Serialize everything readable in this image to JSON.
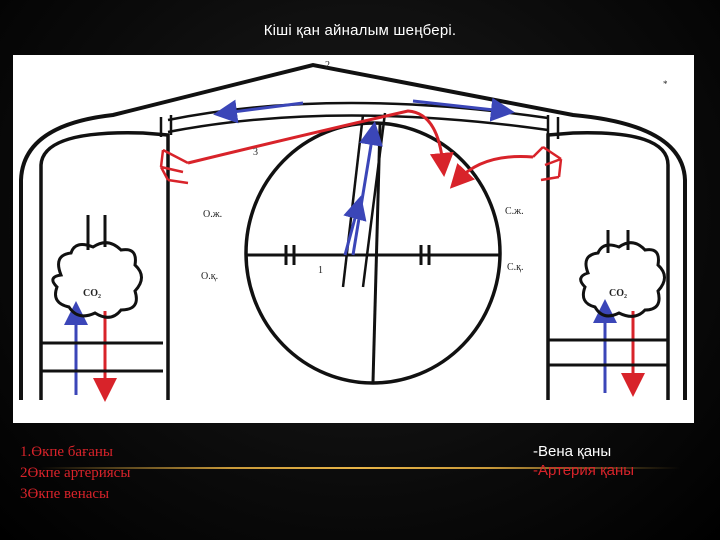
{
  "slide": {
    "title": "Кіші қан айналым шеңбері."
  },
  "diagram": {
    "labels": {
      "top_number": "2",
      "left_number": "3",
      "center_number": "1",
      "corner_mark": "*",
      "left_upper": "О.ж.",
      "left_lower": "О.қ.",
      "right_upper": "С.ж.",
      "right_lower": "С.қ.",
      "left_lung_gas": "CO₂",
      "right_lung_gas": "CO₂"
    },
    "colors": {
      "venous": "#3b46b8",
      "arterial": "#d8232a",
      "outline": "#111111"
    }
  },
  "legend": {
    "items": [
      {
        "text": "1.Өкпе бағаны",
        "color": "#d8232a"
      },
      {
        "text": "2Өкпе артериясы",
        "color": "#d8232a"
      },
      {
        "text": "3Өкпе венасы",
        "color": "#d8232a"
      }
    ],
    "blood_types": [
      {
        "text": "-Вена қаны",
        "color": "#ffffff"
      },
      {
        "text": "-Артерия қаны",
        "color": "#d8232a"
      }
    ]
  }
}
